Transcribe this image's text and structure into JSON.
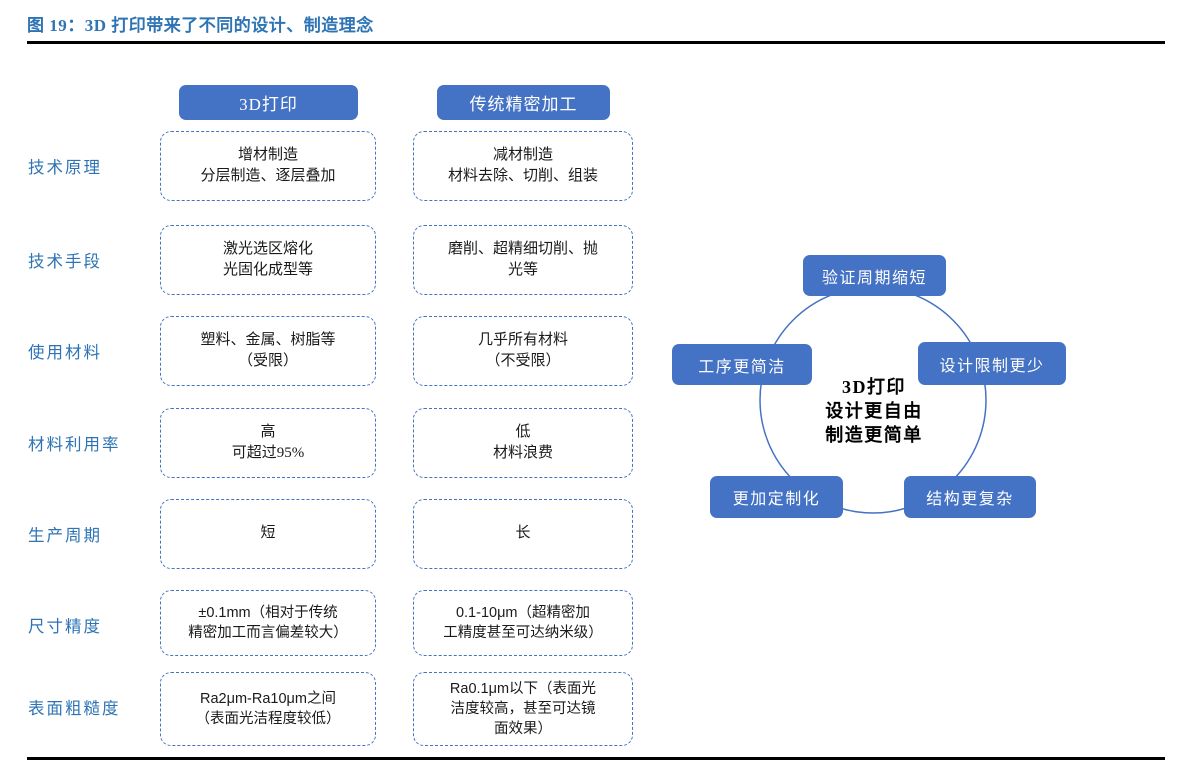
{
  "figure": {
    "title": "图 19：3D 打印带来了不同的设计、制造理念",
    "title_color": "#2E74B5",
    "accent_color": "#4472C4"
  },
  "comparison": {
    "columns": [
      {
        "label": "3D打印"
      },
      {
        "label": "传统精密加工"
      }
    ],
    "rows": [
      {
        "label": "技术原理",
        "cells": [
          "增材制造\n分层制造、逐层叠加",
          "减材制造\n材料去除、切削、组装"
        ],
        "mono": false
      },
      {
        "label": "技术手段",
        "cells": [
          "激光选区熔化\n光固化成型等",
          "磨削、超精细切削、抛\n光等"
        ],
        "mono": false
      },
      {
        "label": "使用材料",
        "cells": [
          "塑料、金属、树脂等\n（受限）",
          "几乎所有材料\n（不受限）"
        ],
        "mono": false
      },
      {
        "label": "材料利用率",
        "cells": [
          "高\n可超过95%",
          "低\n材料浪费"
        ],
        "mono": false
      },
      {
        "label": "生产周期",
        "cells": [
          "短",
          "长"
        ],
        "mono": false
      },
      {
        "label": "尺寸精度",
        "cells": [
          "±0.1mm（相对于传统\n精密加工而言偏差较大）",
          "0.1-10μm（超精密加\n工精度甚至可达纳米级）"
        ],
        "mono": true
      },
      {
        "label": "表面粗糙度",
        "cells": [
          "Ra2μm-Ra10μm之间\n（表面光洁程度较低）",
          "Ra0.1μm以下（表面光\n洁度较高，甚至可达镜\n面效果）"
        ],
        "mono": true
      }
    ]
  },
  "cycle": {
    "center_text": "3D打印\n设计更自由\n制造更简单",
    "nodes": [
      {
        "label": "验证周期缩短"
      },
      {
        "label": "设计限制更少"
      },
      {
        "label": "结构更复杂"
      },
      {
        "label": "更加定制化"
      },
      {
        "label": "工序更简洁"
      }
    ]
  }
}
